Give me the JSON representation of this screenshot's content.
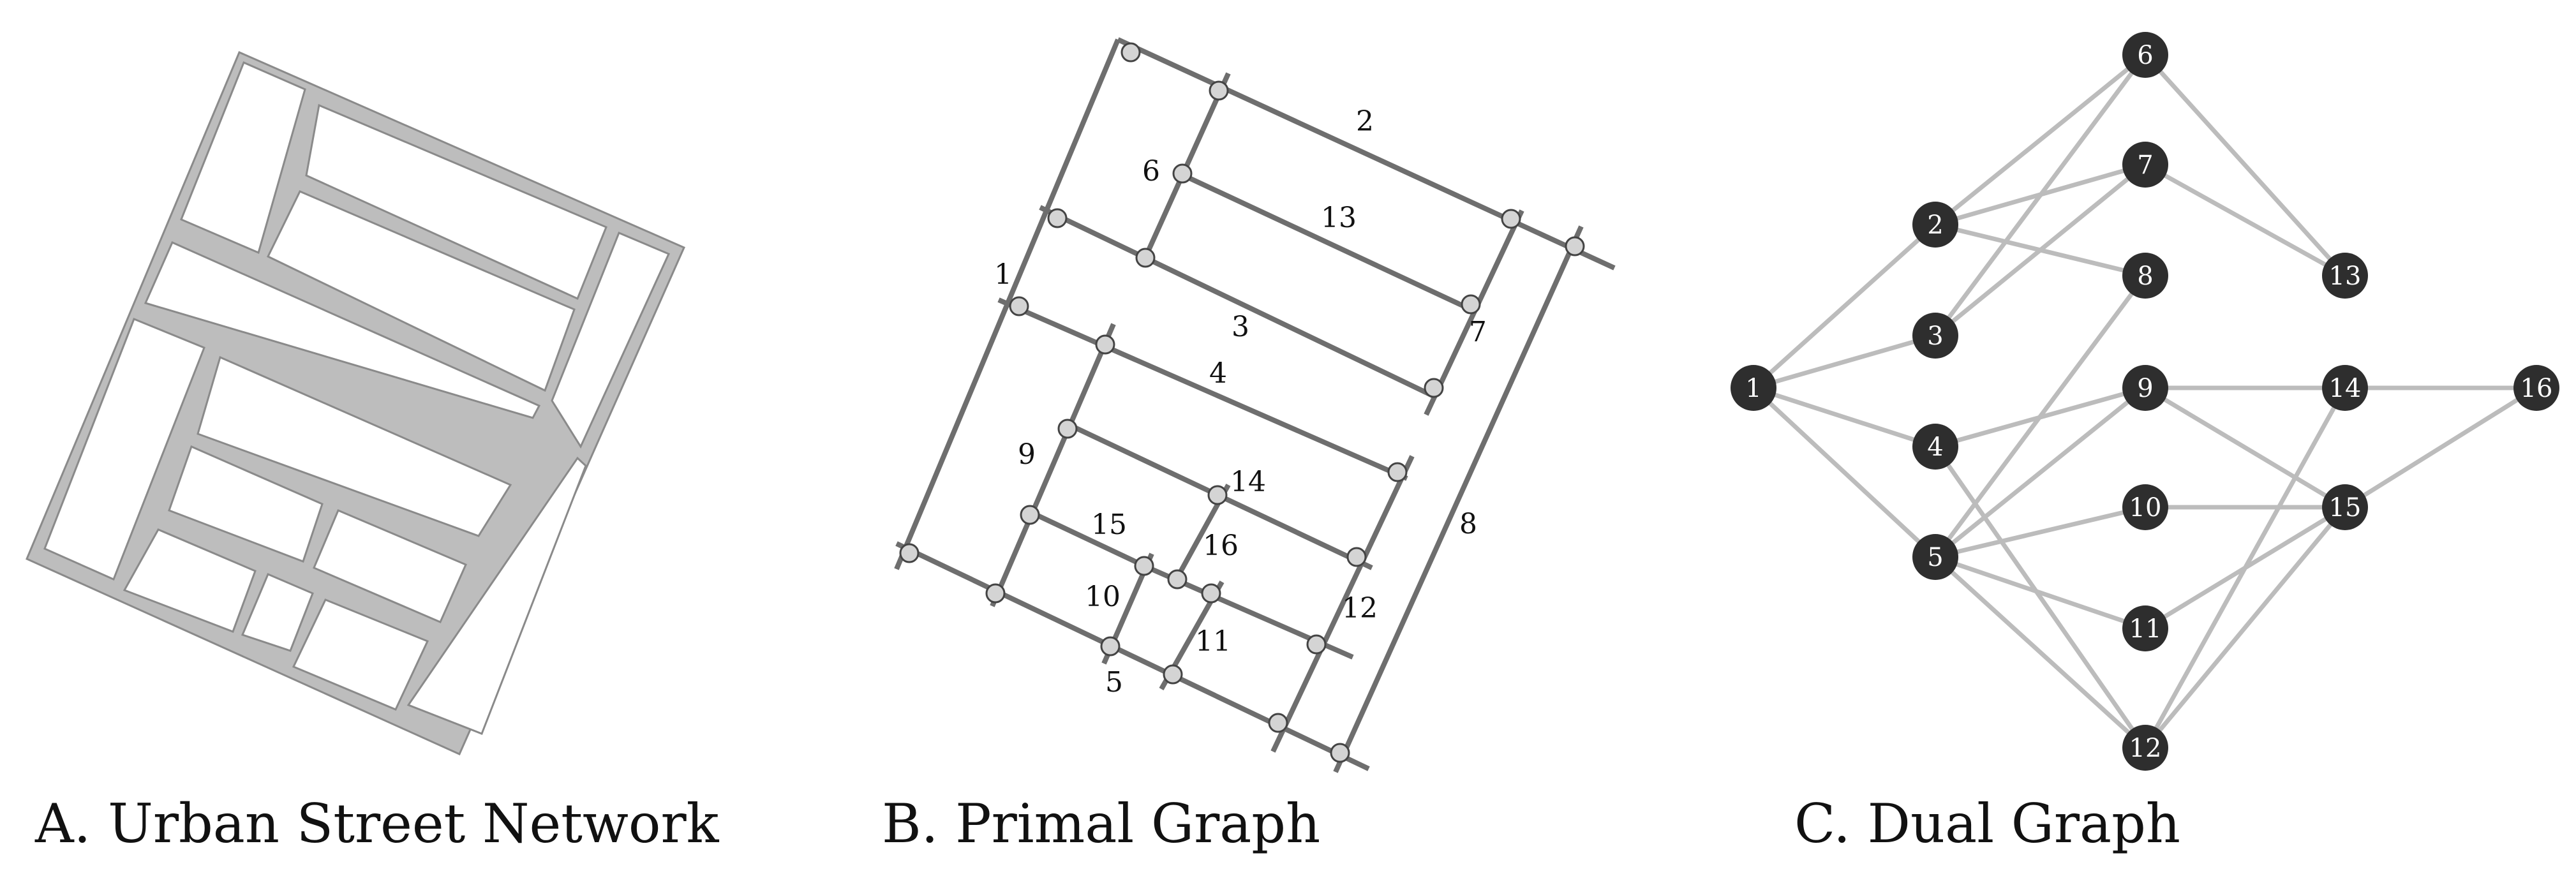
{
  "panels": {
    "a_caption": "A. Urban Street Network",
    "b_caption": "B. Primal Graph",
    "c_caption": "C. Dual Graph"
  },
  "primal": {
    "street_labels": [
      "1",
      "2",
      "3",
      "4",
      "5",
      "6",
      "7",
      "8",
      "9",
      "10",
      "11",
      "12",
      "13",
      "14",
      "15",
      "16"
    ]
  },
  "dual": {
    "nodes": [
      "1",
      "2",
      "3",
      "4",
      "5",
      "6",
      "7",
      "8",
      "9",
      "10",
      "11",
      "12",
      "13",
      "14",
      "15",
      "16"
    ],
    "edges": [
      [
        "1",
        "2"
      ],
      [
        "1",
        "3"
      ],
      [
        "1",
        "4"
      ],
      [
        "1",
        "5"
      ],
      [
        "2",
        "6"
      ],
      [
        "2",
        "7"
      ],
      [
        "2",
        "8"
      ],
      [
        "3",
        "6"
      ],
      [
        "3",
        "7"
      ],
      [
        "4",
        "9"
      ],
      [
        "4",
        "12"
      ],
      [
        "5",
        "8"
      ],
      [
        "5",
        "9"
      ],
      [
        "5",
        "10"
      ],
      [
        "5",
        "11"
      ],
      [
        "5",
        "12"
      ],
      [
        "6",
        "13"
      ],
      [
        "7",
        "13"
      ],
      [
        "9",
        "14"
      ],
      [
        "9",
        "15"
      ],
      [
        "10",
        "15"
      ],
      [
        "11",
        "15"
      ],
      [
        "12",
        "14"
      ],
      [
        "12",
        "15"
      ],
      [
        "14",
        "16"
      ],
      [
        "15",
        "16"
      ]
    ]
  },
  "colors": {
    "street_fill": "#bdbdbd",
    "primal_edge": "#6e6e6e",
    "primal_node": "#d4d4d4",
    "dual_edge": "#bcbcbc",
    "dual_node": "#2e2e2e"
  }
}
